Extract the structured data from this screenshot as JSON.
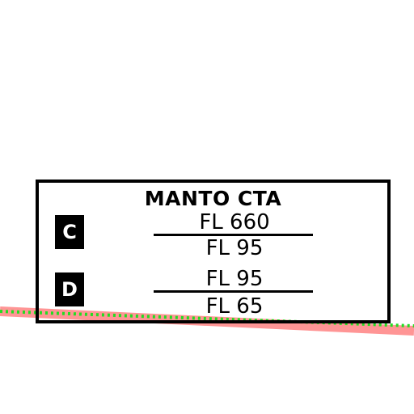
{
  "airspace_label": {
    "title": "MANTO CTA",
    "sectors": [
      {
        "letter": "C",
        "upper": "FL 660",
        "lower": "FL 95"
      },
      {
        "letter": "D",
        "upper": "FL 95",
        "lower": "FL 65"
      }
    ]
  },
  "colors": {
    "boundary_line": "#ff8a8a",
    "dotted_line": "#22dd22",
    "text": "#000000",
    "background": "#ffffff"
  }
}
